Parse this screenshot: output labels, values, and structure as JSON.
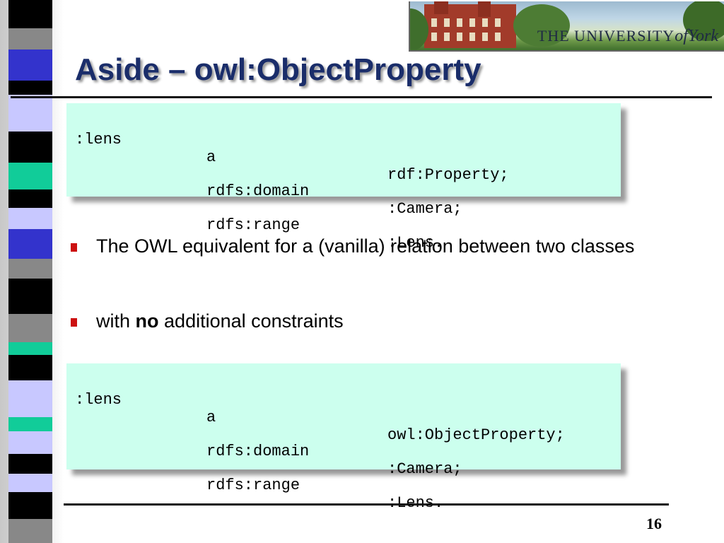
{
  "slide": {
    "title": "Aside – owl:ObjectProperty",
    "page_number": "16"
  },
  "header": {
    "banner_text_prefix": "THE UNIVERSITY",
    "banner_text_of": "of",
    "banner_text_suffix": "York"
  },
  "code_blocks": [
    {
      "rows": [
        {
          "subject": ":lens",
          "predicate": "a",
          "object": "rdf:Property;"
        },
        {
          "subject": "",
          "predicate": "rdfs:domain",
          "object": ":Camera;"
        },
        {
          "subject": "",
          "predicate": "rdfs:range",
          "object": ":Lens."
        }
      ]
    },
    {
      "rows": [
        {
          "subject": ":lens",
          "predicate": "a",
          "object": "owl:ObjectProperty;"
        },
        {
          "subject": "",
          "predicate": "rdfs:domain",
          "object": ":Camera;"
        },
        {
          "subject": "",
          "predicate": "rdfs:range",
          "object": ":Lens."
        }
      ]
    }
  ],
  "bullets": [
    {
      "text": "The OWL equivalent for a (vanilla) relation between two classes"
    },
    {
      "before": "with ",
      "bold": "no",
      "after": " additional constraints"
    }
  ],
  "colors": {
    "title": "#1a2d6a",
    "code_background": "#ccffee",
    "bullet_marker": "#cc1111",
    "stripe_colors": [
      "#000000",
      "#3333cc",
      "#c8c8ff",
      "#11cc99",
      "#888888"
    ]
  }
}
